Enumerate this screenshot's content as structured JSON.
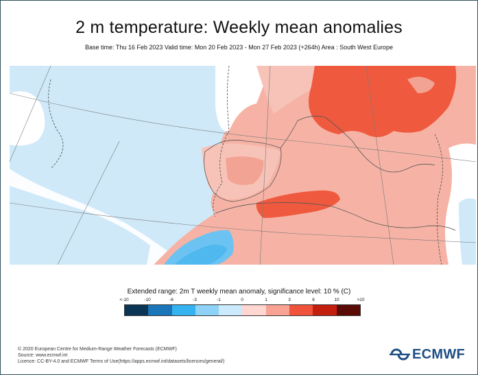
{
  "header": {
    "title": "2 m temperature: Weekly mean anomalies",
    "subtitle": "Base time: Thu 16 Feb 2023 Valid time: Mon 20 Feb 2023 - Mon 27 Feb 2023 (+264h) Area : South West Europe"
  },
  "legend": {
    "title": "Extended range: 2m T weekly mean anomaly, significance level: 10 % (C)",
    "ticks": [
      "<-10",
      "-10",
      "-6",
      "-3",
      "-1",
      "0",
      "1",
      "3",
      "6",
      "10",
      ">10"
    ],
    "colors": [
      "#0b3554",
      "#1a76b8",
      "#35b3f0",
      "#8fd2f7",
      "#cbeafc",
      "#ffd6d0",
      "#f8a293",
      "#f0533a",
      "#c41e0e",
      "#5a0b06"
    ]
  },
  "map": {
    "colors": {
      "sea_blue": "#cfe9f9",
      "cold_blue": "#4fb8ee",
      "mild_warm": "#f7c3b8",
      "warm": "#f3a393",
      "hot": "#ef5a3f",
      "coast": "#555555"
    }
  },
  "footer": {
    "line1": "© 2020 European Centre for Medium-Range Weather Forecasts (ECMWF)",
    "line2": "Source: www.ecmwf.int",
    "line3": "Licence: CC-BY-4.0 and ECMWF Terms of Use(https://apps.ecmwf.int/datasets/licences/general/)"
  },
  "logo": {
    "text": "ECMWF"
  }
}
